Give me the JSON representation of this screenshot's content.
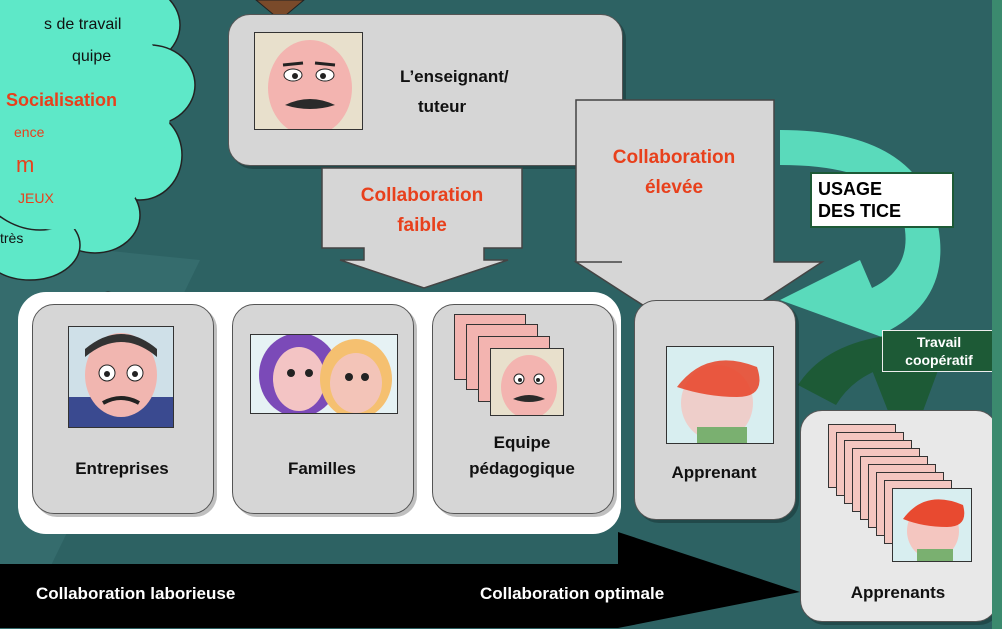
{
  "cloud": {
    "lines": [
      "s de travail",
      "quipe",
      "Socialisation",
      "ence",
      "m",
      "JEUX",
      "très"
    ]
  },
  "teacher": {
    "label_line1": "L’enseignant/",
    "label_line2": "tuteur"
  },
  "collab_low": {
    "line1": "Collaboration",
    "line2": "faible"
  },
  "collab_high": {
    "line1": "Collaboration",
    "line2": "élevée"
  },
  "usage_tice": {
    "line1": "USAGE",
    "line2": "DES TICE"
  },
  "travail": {
    "line1": "Travail",
    "line2": "coopératif"
  },
  "partners": [
    {
      "label": "Entreprises"
    },
    {
      "label": "Familles"
    },
    {
      "label_line1": "Equipe",
      "label_line2": "pédagogique"
    }
  ],
  "learner": {
    "label": "Apprenant"
  },
  "learners": {
    "label": "Apprenants"
  },
  "bottom_arrow": {
    "left": "Collaboration laborieuse",
    "right": "Collaboration optimale"
  },
  "colors": {
    "background": "#2d6263",
    "accent_red": "#e8401c",
    "cloud": "#5ee8c8",
    "teal_arrow": "#5de0c0",
    "dark_green": "#1d5a36"
  }
}
